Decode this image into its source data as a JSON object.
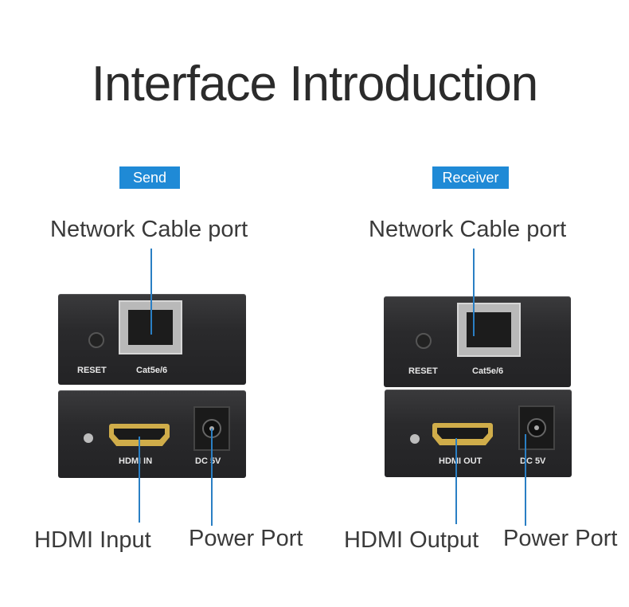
{
  "title": "Interface Introduction",
  "send": {
    "tag": "Send",
    "network_label": "Network Cable port",
    "reset_text": "RESET",
    "cat_text": "Cat5e/6",
    "hdmi_text": "HDMI IN",
    "dc_text": "DC 5V",
    "hdmi_label": "HDMI Input",
    "power_label": "Power Port"
  },
  "receiver": {
    "tag": "Receiver",
    "network_label": "Network Cable port",
    "reset_text": "RESET",
    "cat_text": "Cat5e/6",
    "hdmi_text": "HDMI OUT",
    "dc_text": "DC 5V",
    "hdmi_label": "HDMI Output",
    "power_label": "Power Port"
  },
  "colors": {
    "accent": "#1f8ad6",
    "leader_line": "#2a7fc4",
    "device_body": "#2a2a2c",
    "hdmi_gold": "#d0ad4a"
  }
}
